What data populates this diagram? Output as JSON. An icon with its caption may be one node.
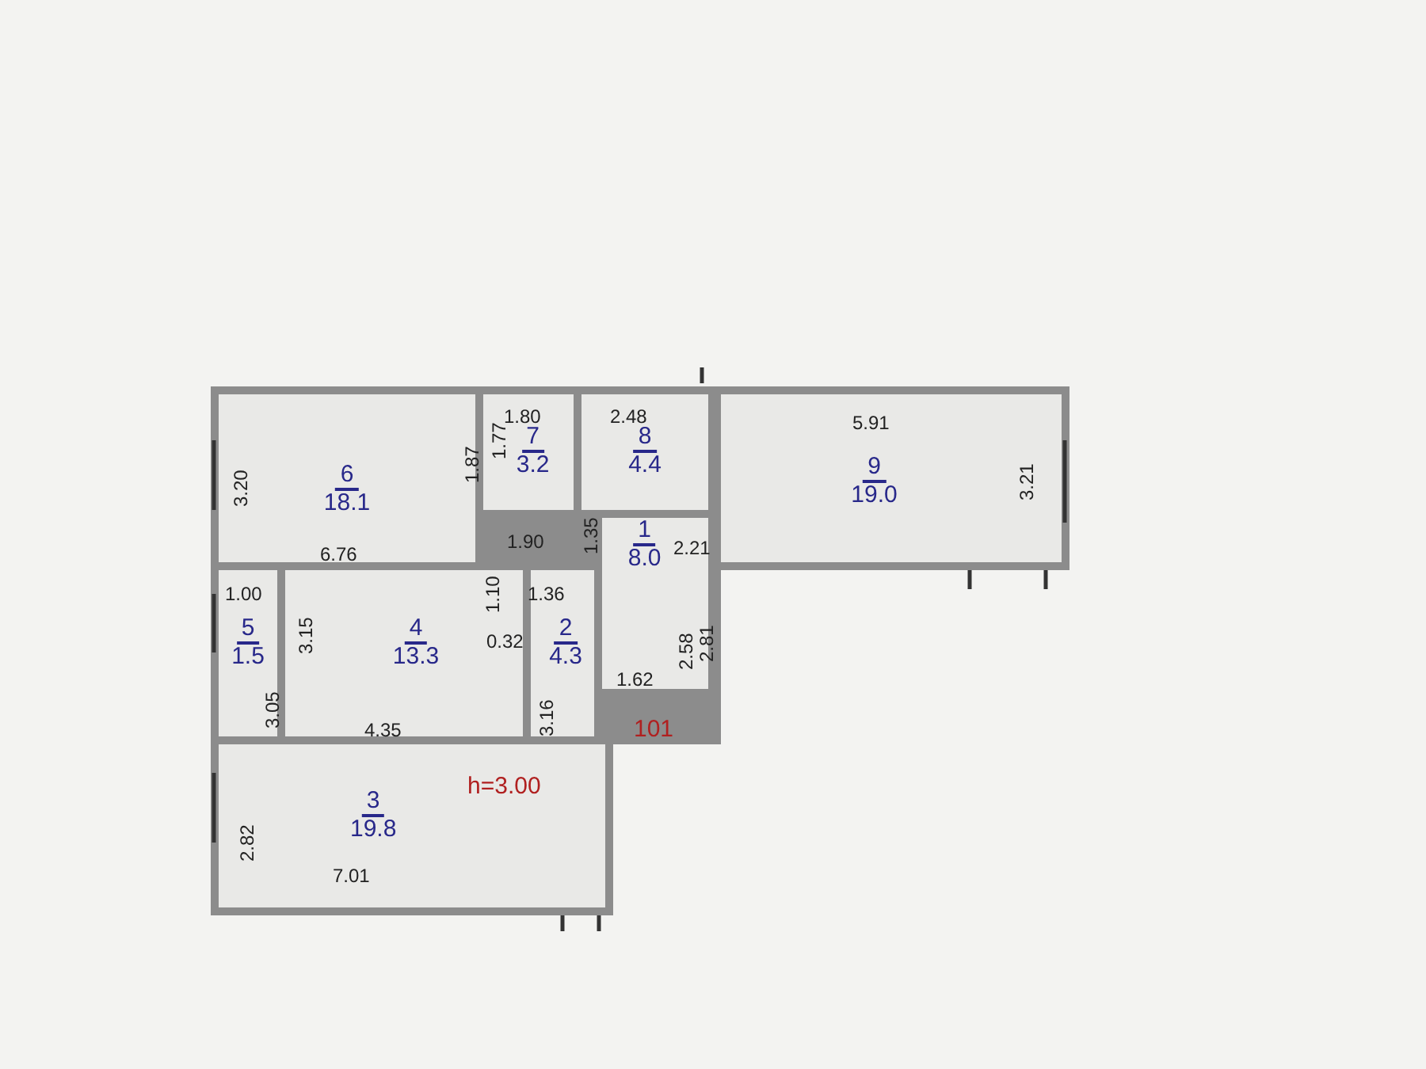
{
  "diagram": {
    "nodes": [
      {
        "text": [
          "6",
          "18.1"
        ]
      },
      {
        "text": [
          "7",
          "3.2"
        ]
      },
      {
        "text": [
          "8",
          "4.4"
        ]
      },
      {
        "text": [
          "9",
          "19.0"
        ]
      },
      {
        "text": [
          "1",
          "8.0"
        ]
      },
      {
        "text": [
          "5",
          "1.5"
        ]
      },
      {
        "text": [
          "4",
          "13.3"
        ]
      },
      {
        "text": [
          "2",
          "4.3"
        ]
      },
      {
        "text": [
          "3",
          "19.8"
        ]
      }
    ],
    "labels": [
      "1.80",
      "2.48",
      "1.87",
      "1.77",
      "3.20",
      "5.91",
      "3.21",
      "1.90",
      "1.35",
      "6.76",
      "2.21",
      "1.00",
      "1.10",
      "1.36",
      "3.15",
      "0.32",
      "2.58",
      "2.81",
      "3.05",
      "1.62",
      "3.16",
      "4.35",
      "101",
      "h=3.00",
      "2.82",
      "7.01"
    ]
  }
}
